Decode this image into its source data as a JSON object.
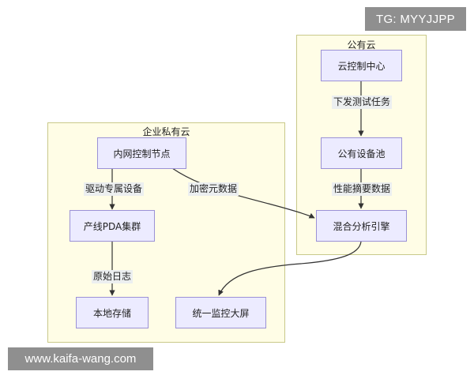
{
  "watermarks": {
    "top": "TG: MYYJJPP",
    "bottom": "www.kaifa-wang.com"
  },
  "clusters": {
    "enterprise": {
      "title": "企业私有云"
    },
    "public": {
      "title": "公有云"
    }
  },
  "nodes": {
    "cloud_control": "云控制中心",
    "public_pool": "公有设备池",
    "mixed_engine": "混合分析引擎",
    "intranet_node": "内网控制节点",
    "pda_cluster": "产线PDA集群",
    "local_storage": "本地存储",
    "dashboard": "统一监控大屏"
  },
  "edges": {
    "issue_tasks": "下发测试任务",
    "perf_summary": "性能摘要数据",
    "drive_devices": "驱动专属设备",
    "encrypt_meta": "加密元数据",
    "raw_logs": "原始日志"
  },
  "colors": {
    "cluster_fill": "#fffde6",
    "cluster_border": "#c9c98a",
    "node_fill": "#ecebff",
    "node_border": "#9b91d6",
    "edge_stroke": "#333333",
    "label_bg": "#eceff0"
  }
}
